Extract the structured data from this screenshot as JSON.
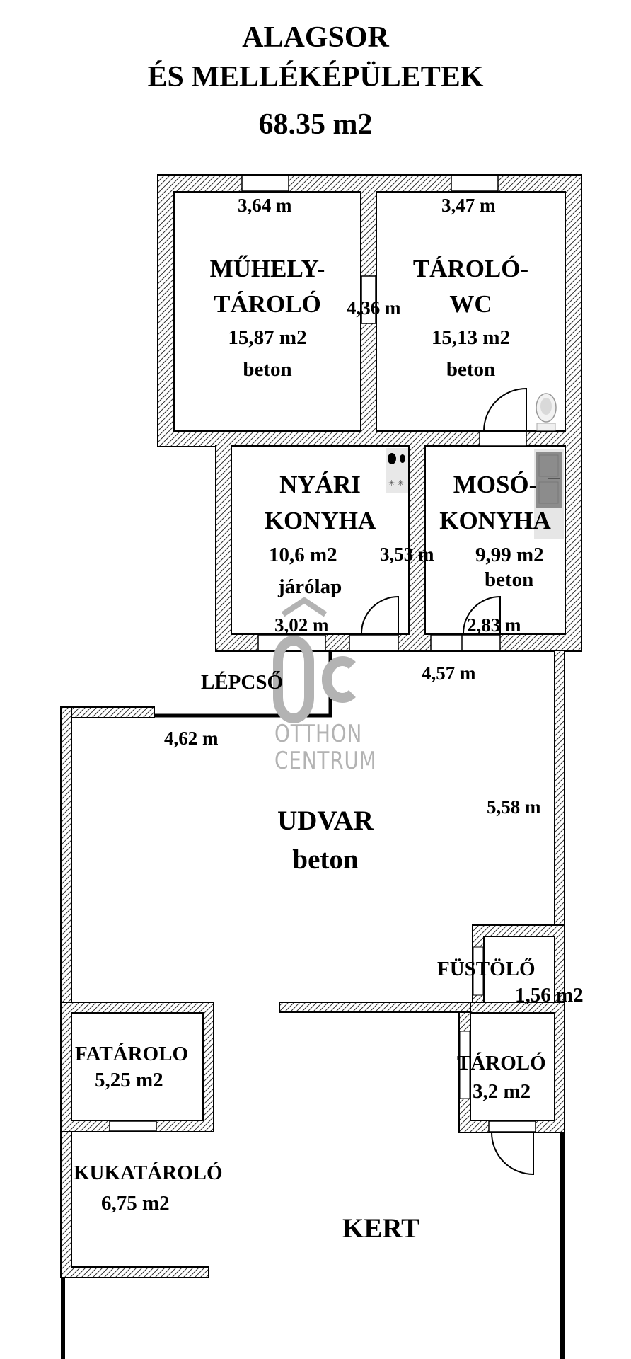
{
  "title": {
    "line1": "ALAGSOR",
    "line2": "ÉS MELLÉKÉPÜLETEK",
    "total_area": "68.35 m2"
  },
  "rooms": {
    "muhely": {
      "name1": "MŰHELY-",
      "name2": "TÁROLÓ",
      "area": "15,87 m2",
      "floor": "beton",
      "width": "3,64 m"
    },
    "taroló_wc": {
      "name1": "TÁROLÓ-",
      "name2": "WC",
      "area": "15,13 m2",
      "floor": "beton",
      "width": "3,47 m"
    },
    "nyari": {
      "name1": "NYÁRI",
      "name2": "KONYHA",
      "area": "10,6 m2",
      "floor": "járólap",
      "width": "3,02 m"
    },
    "moso": {
      "name1": "MOSÓ-",
      "name2": "KONYHA",
      "area": "9,99 m2",
      "floor": "beton",
      "width": "2,83 m"
    },
    "udvar": {
      "name": "UDVAR",
      "floor": "beton"
    },
    "lepcso": {
      "name": "LÉPCSŐ"
    },
    "fustolo": {
      "name": "FÜSTÖLŐ",
      "area": "1,56 m2"
    },
    "tarolo_small": {
      "name": "TÁROLÓ",
      "area": "3,2 m2"
    },
    "fatarolo": {
      "name": "FATÁROLO",
      "area": "5,25 m2"
    },
    "kukatarolo": {
      "name": "KUKATÁROLÓ",
      "area": "6,75 m2"
    },
    "kert": {
      "name": "KERT"
    }
  },
  "dimensions": {
    "upper_depth": "4,36 m",
    "lower_depth": "3,53 m",
    "udvar_top": "4,57 m",
    "udvar_left_top": "4,62 m",
    "udvar_right": "5,58 m"
  },
  "watermark": {
    "logo": "OC",
    "line1": "OTTHON",
    "line2": "CENTRUM",
    "color": "#b3b3b3"
  },
  "colors": {
    "wall_stroke": "#000000",
    "hatch": "#333333",
    "appliance_dark": "#8c8c8c",
    "appliance_light": "#e6e6e6"
  },
  "icons": [
    "toilet-icon",
    "stove-icon",
    "washing-machine-icon",
    "door-swing-icon",
    "window-icon"
  ]
}
